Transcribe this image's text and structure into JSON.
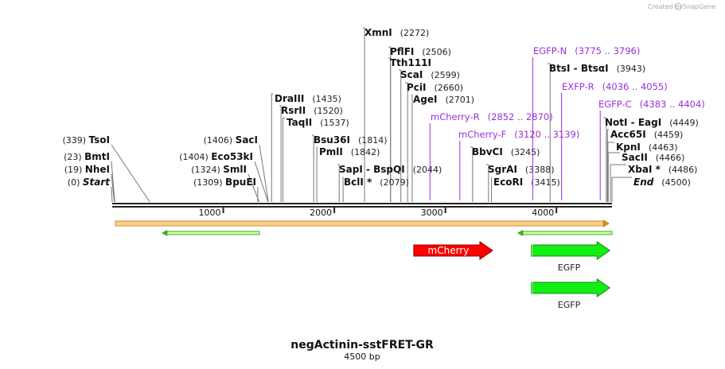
{
  "credit": {
    "prefix": "Created by",
    "brand": "SnapGene"
  },
  "title": "negActinin-sstFRET-GR",
  "length_label": "4500 bp",
  "total_bp": 4500,
  "ruler_ticks": [
    1000,
    2000,
    3000,
    4000
  ],
  "sites": [
    {
      "name": "Start",
      "pos": 0,
      "pos_label": "(0)",
      "italic": true,
      "side": "left",
      "row": 0
    },
    {
      "name": "BpuEI",
      "pos": 1309,
      "pos_label": "(1309)",
      "side": "left",
      "row": 0
    },
    {
      "name": "NheI",
      "pos": 19,
      "pos_label": "(19)",
      "side": "left",
      "row": 1
    },
    {
      "name": "SmlI",
      "pos": 1324,
      "pos_label": "(1324)",
      "side": "left",
      "row": 1
    },
    {
      "name": "BmtI",
      "pos": 23,
      "pos_label": "(23)",
      "side": "left",
      "row": 2
    },
    {
      "name": "Eco53kI",
      "pos": 1404,
      "pos_label": "(1404)",
      "side": "left",
      "row": 2
    },
    {
      "name": "TsoI",
      "pos": 339,
      "pos_label": "(339)",
      "side": "left",
      "row": 3
    },
    {
      "name": "SacI",
      "pos": 1406,
      "pos_label": "(1406)",
      "side": "left",
      "row": 3
    },
    {
      "name": "BclI *",
      "pos": 2079,
      "pos_label": "(2079)",
      "side": "right",
      "row": 0
    },
    {
      "name": "SapI - BspQI",
      "pos": 2044,
      "pos_label": "(2044)",
      "side": "right",
      "row": 1
    },
    {
      "name": "PmlI",
      "pos": 1842,
      "pos_label": "(1842)",
      "side": "right",
      "row": 2
    },
    {
      "name": "Bsu36I",
      "pos": 1814,
      "pos_label": "(1814)",
      "side": "right",
      "row": 3
    },
    {
      "name": "TaqII",
      "pos": 1537,
      "pos_label": "(1537)",
      "side": "right",
      "row": 4
    },
    {
      "name": "RsrII",
      "pos": 1520,
      "pos_label": "(1520)",
      "side": "right",
      "row": 5
    },
    {
      "name": "DraIII",
      "pos": 1435,
      "pos_label": "(1435)",
      "side": "right",
      "row": 6
    },
    {
      "name": "XmnI",
      "pos": 2272,
      "pos_label": "(2272)",
      "side": "right",
      "row": 7
    },
    {
      "name": "PflFI",
      "pos": 2506,
      "pos_label": "(2506)",
      "side": "right",
      "row": 8
    },
    {
      "name": "Tth111I",
      "pos": 2506,
      "pos_label": "",
      "side": "right",
      "row": 9
    },
    {
      "name": "ScaI",
      "pos": 2599,
      "pos_label": "(2599)",
      "side": "right",
      "row": 10
    },
    {
      "name": "PciI",
      "pos": 2660,
      "pos_label": "(2660)",
      "side": "right",
      "row": 11
    },
    {
      "name": "AgeI",
      "pos": 2701,
      "pos_label": "(2701)",
      "side": "right",
      "row": 12
    },
    {
      "name": "EcoRI",
      "pos": 3415,
      "pos_label": "(3415)",
      "side": "right",
      "row": 13
    },
    {
      "name": "SgrAI",
      "pos": 3388,
      "pos_label": "(3388)",
      "side": "right",
      "row": 14
    },
    {
      "name": "BbvCI",
      "pos": 3245,
      "pos_label": "(3245)",
      "side": "right",
      "row": 15
    },
    {
      "name": "BtsI - BtsαI",
      "pos": 3943,
      "pos_label": "(3943)",
      "side": "right",
      "row": 16
    },
    {
      "name": "End",
      "pos": 4500,
      "pos_label": "(4500)",
      "italic": true,
      "side": "right",
      "row": 17
    },
    {
      "name": "XbaI *",
      "pos": 4486,
      "pos_label": "(4486)",
      "side": "right",
      "row": 18
    },
    {
      "name": "SacII",
      "pos": 4466,
      "pos_label": "(4466)",
      "side": "right",
      "row": 19
    },
    {
      "name": "KpnI",
      "pos": 4463,
      "pos_label": "(4463)",
      "side": "right",
      "row": 20
    },
    {
      "name": "Acc65I",
      "pos": 4459,
      "pos_label": "(4459)",
      "side": "right",
      "row": 21
    },
    {
      "name": "NotI - EagI",
      "pos": 4449,
      "pos_label": "(4449)",
      "side": "right",
      "row": 22
    }
  ],
  "primers": [
    {
      "name": "mCherry-R",
      "range": "(2852 .. 2870)",
      "pos": 2861
    },
    {
      "name": "mCherry-F",
      "range": "(3120 .. 3139)",
      "pos": 3130
    },
    {
      "name": "EGFP-N",
      "range": "(3775 .. 3796)",
      "pos": 3786
    },
    {
      "name": "EXFP-R",
      "range": "(4036 .. 4055)",
      "pos": 4046
    },
    {
      "name": "EGFP-C",
      "range": "(4383 .. 4404)",
      "pos": 4394
    }
  ],
  "features": [
    {
      "name": "mCherry",
      "start": 2715,
      "end": 3425,
      "color": "#ff0000",
      "label_inside": true
    },
    {
      "name": "EGFP",
      "start": 3775,
      "end": 4480,
      "color": "#11ee11",
      "label_inside": false
    },
    {
      "name": "EGFP",
      "start": 3775,
      "end": 4480,
      "color": "#11ee11",
      "label_inside": false
    }
  ],
  "colors": {
    "orange": "#f0a040",
    "green": "#55dd33",
    "primer": "#9b30d9"
  }
}
